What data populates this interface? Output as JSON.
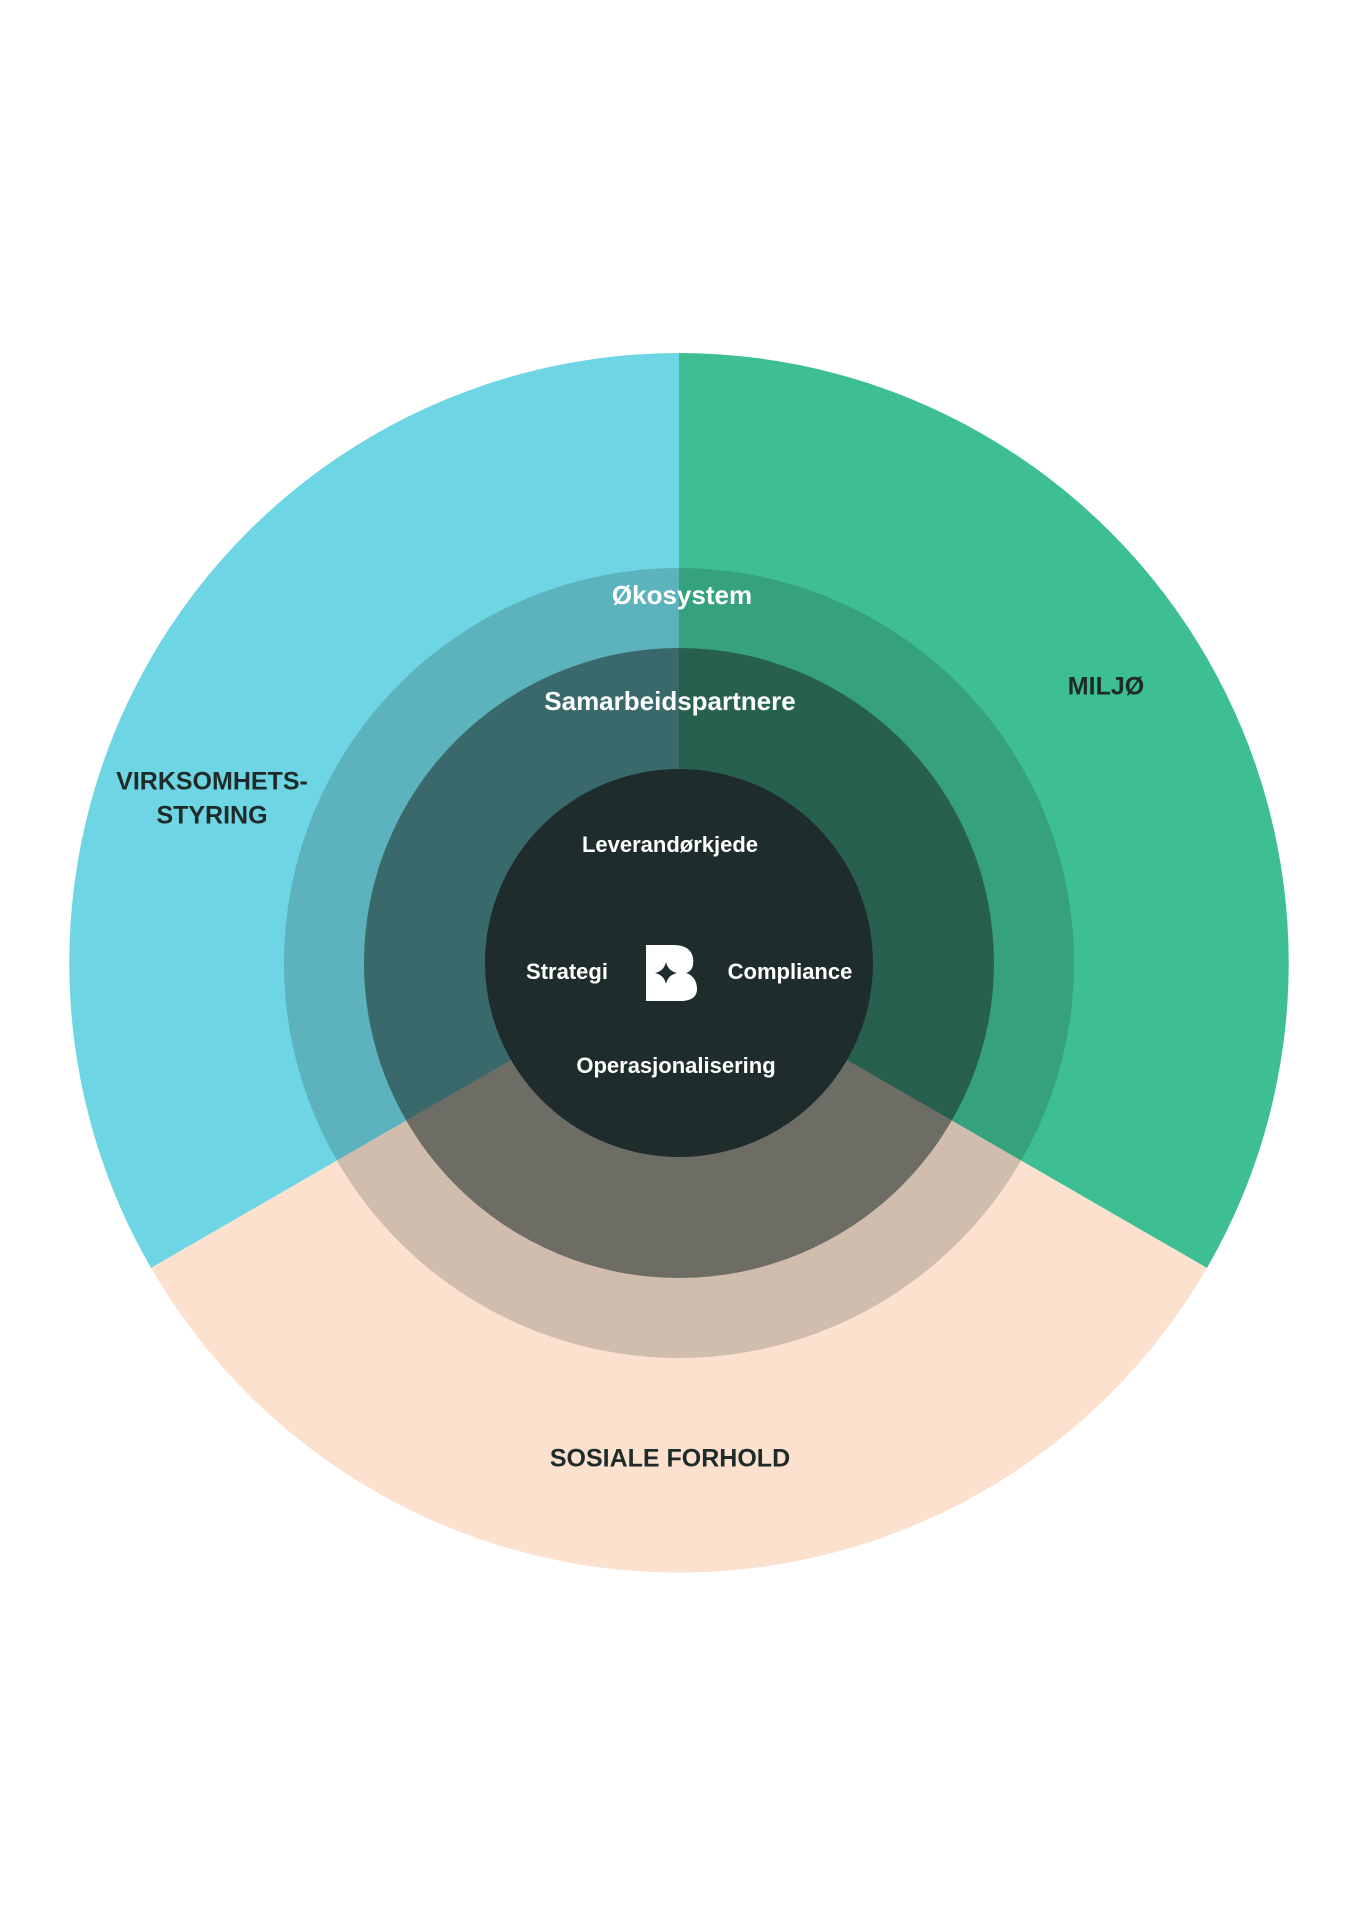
{
  "colors": {
    "governance": "#6dd5e3",
    "environment": "#3dbe93",
    "social": "#fde1cf",
    "ring_overlay": "#1e2b29",
    "core": "#1e2d2b",
    "outer_text": "#1e2b29",
    "inner_text": "#ffffff"
  },
  "sectors": {
    "governance_line1": "VIRKSOMHETS-",
    "governance_line2": "STYRING",
    "environment": "MILJØ",
    "social": "SOSIALE FORHOLD"
  },
  "rings": {
    "outer": "Økosystem",
    "middle": "Samarbeidspartnere"
  },
  "core": {
    "top": "Leverandørkjede",
    "left": "Strategi",
    "right": "Compliance",
    "bottom": "Operasjonalisering",
    "logo_icon": "b-star-logo-icon"
  }
}
